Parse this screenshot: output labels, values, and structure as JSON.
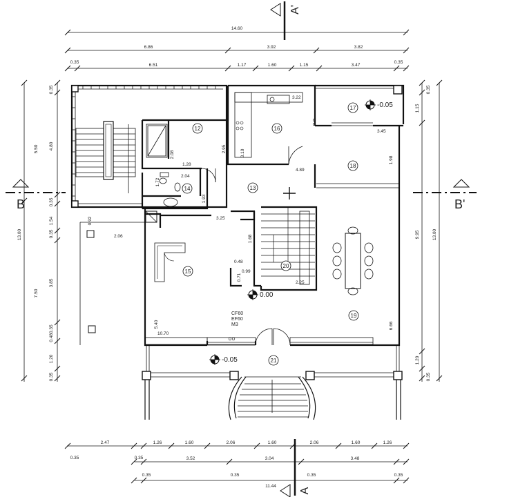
{
  "dimensions": {
    "top_total": "14.60",
    "top_row1": [
      "6.86",
      "3.92",
      "3.82"
    ],
    "top_row2": [
      "0.35",
      "6.51",
      "1.17",
      "1.60",
      "1.15",
      "3.47",
      "0.35"
    ],
    "bottom_row1": [
      "2.47",
      "1.26",
      "1.60",
      "2.06",
      "1.60",
      "2.06",
      "1.60",
      "1.26"
    ],
    "bottom_row2": [
      "0.35",
      "0.35",
      "3.52",
      "3.04",
      "3.48"
    ],
    "bottom_row3": [
      "0.35",
      "0.35",
      "0.35",
      "0.35"
    ],
    "bottom_total": "11.44",
    "left_outer": [
      "5.50",
      "13.00",
      "7.50"
    ],
    "left_inner": [
      "0.35",
      "4.80",
      "0.35",
      "1.54",
      "0.35",
      "3.85",
      "0.480.35",
      "1.20",
      "0.35"
    ],
    "right_outer": [
      "0.35",
      "1.15",
      "9.95",
      "1.20",
      "0.35"
    ],
    "right_total": "13.00"
  },
  "inner_dims": [
    "3.22",
    "3.45",
    "1.98",
    "4.89",
    "2.08",
    "1.28",
    "2.95",
    "3.10",
    "1.72",
    "2.04",
    "1.93",
    "3.25",
    "0.92",
    "2.06",
    "1.68",
    "0.48",
    "0.71",
    "0.99",
    "2.25",
    "5.40",
    "10.70",
    "6.66"
  ],
  "rooms": [
    "12",
    "13",
    "14",
    "15",
    "16",
    "17",
    "18",
    "19",
    "20",
    "21"
  ],
  "levels": [
    "-0.05",
    "0.00",
    "-0.05"
  ],
  "section_marks": {
    "a": "A",
    "a_prime": "A'",
    "b": "B",
    "b_prime": "B'"
  },
  "window_note": [
    "CF60",
    "EF60",
    "M3"
  ]
}
